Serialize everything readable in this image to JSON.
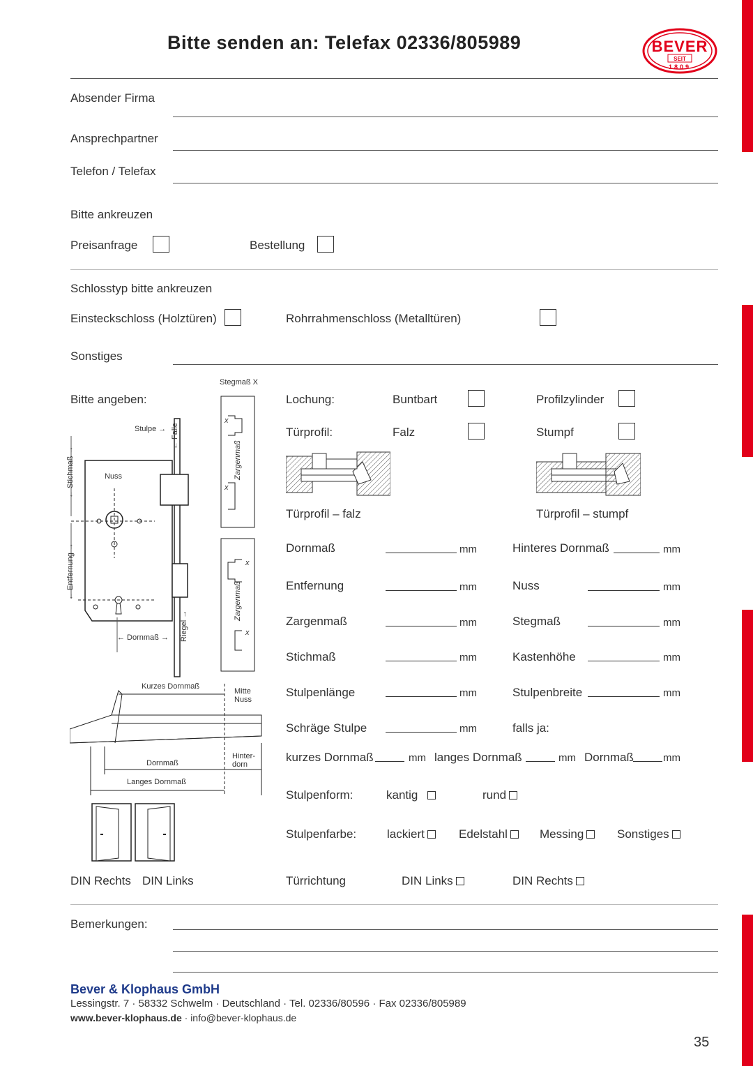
{
  "header": {
    "title": "Bitte senden an: Telefax 02336/805989",
    "logo": {
      "brand": "BEVER",
      "since": "SEIT",
      "year": "1809"
    }
  },
  "sender": {
    "company_label": "Absender Firma",
    "contact_label": "Ansprechpartner",
    "phone_label": "Telefon / Telefax"
  },
  "request": {
    "prompt": "Bitte ankreuzen",
    "quote_label": "Preisanfrage",
    "order_label": "Bestellung"
  },
  "lock_type": {
    "prompt": "Schlosstyp bitte ankreuzen",
    "mortise_label": "Einsteckschloss (Holztüren)",
    "tube_frame_label": "Rohrrahmenschloss (Metalltüren)",
    "other_label": "Sonstiges"
  },
  "specs": {
    "prompt": "Bitte angeben:",
    "hole_label": "Lochung:",
    "bit_key_label": "Buntbart",
    "profile_cyl_label": "Profilzylinder",
    "door_profile_label": "Türprofil:",
    "rebate_label": "Falz",
    "flush_label": "Stumpf",
    "caption_rebate": "Türprofil – falz",
    "caption_flush": "Türprofil – stumpf",
    "unit": "mm",
    "fields_left": [
      "Dornmaß",
      "Entfernung",
      "Zargenmaß",
      "Stichmaß",
      "Stulpenlänge",
      "Schräge Stulpe"
    ],
    "fields_right": [
      "Hinteres Dornmaß",
      "Nuss",
      "Stegmaß",
      "Kastenhöhe",
      "Stulpenbreite",
      "falls ja:"
    ],
    "short_backset": "kurzes Dornmaß",
    "long_backset": "langes Dornmaß",
    "backset": "Dornmaß",
    "faceplate_shape_label": "Stulpenform:",
    "shape_options": [
      "kantig",
      "rund"
    ],
    "faceplate_color_label": "Stulpenfarbe:",
    "color_options": [
      "lackiert",
      "Edelstahl",
      "Messing",
      "Sonstiges"
    ],
    "direction_label": "Türrichtung",
    "direction_options": [
      "DIN Links",
      "DIN Rechts"
    ]
  },
  "diagram": {
    "stegmass": "Stegmaß X",
    "stulpe": "Stulpe →",
    "falle": "← Falle",
    "stichmass": "← Stichmaß →",
    "nuss": "Nuss",
    "entfernung": "← Entfernung →",
    "riegel": "Riegel →",
    "dornmass": "← Dornmaß →",
    "zargenmass": "Zargenmaß",
    "x": "x",
    "kurzes_dornmass": "Kurzes Dornmaß",
    "mitte_nuss": "Mitte Nuss",
    "dornmass2": "Dornmaß",
    "hinterdorn": "Hinter- dorn",
    "langes_dornmass": "Langes Dornmaß",
    "din_rechts": "DIN Rechts",
    "din_links": "DIN Links"
  },
  "remarks_label": "Bemerkungen:",
  "footer": {
    "company": "Bever & Klophaus GmbH",
    "address": "Lessingstr. 7 · 58332 Schwelm · Deutschland · Tel. 02336/80596 · Fax 02336/805989",
    "web": "www.bever-klophaus.de",
    "email": " · info@bever-klophaus.de"
  },
  "page_number": "35",
  "colors": {
    "accent": "#e2001a",
    "text": "#333333"
  }
}
